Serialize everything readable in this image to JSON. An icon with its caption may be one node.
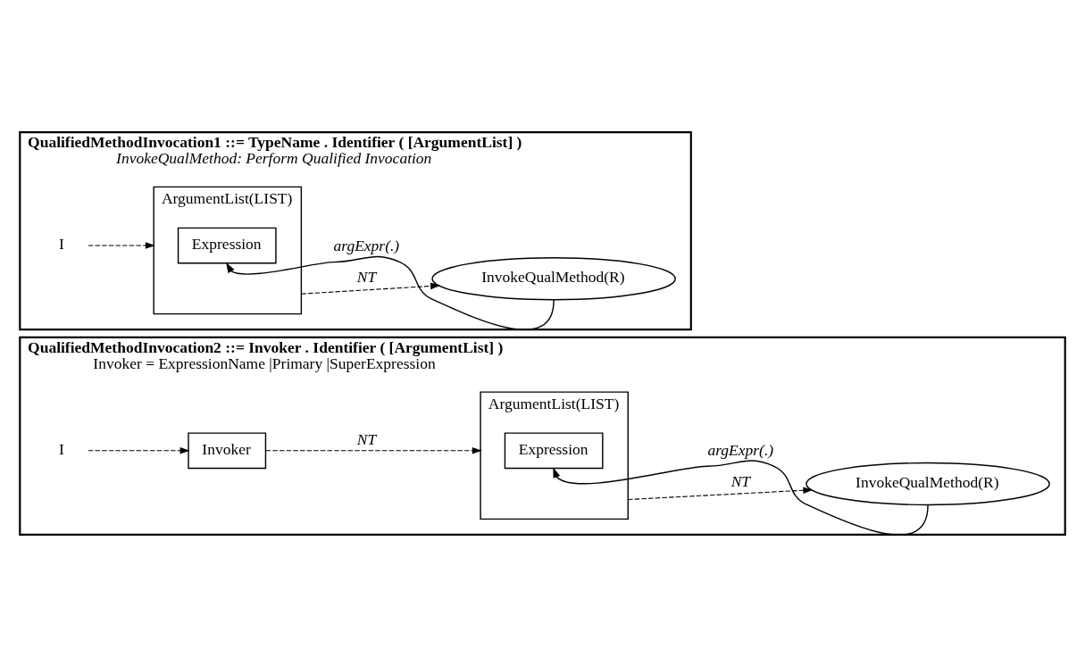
{
  "diagram": {
    "nodes": [
      {
        "text": [
          "QualifiedMethodInvocation1 ::= TypeName . Identifier ( [ArgumentList] )",
          "InvokeQualMethod: Perform Qualified Invocation"
        ]
      },
      {
        "text": [
          "I"
        ],
        "in": 0
      },
      {
        "text": [
          "ArgumentList(LIST)"
        ],
        "in": 0
      },
      {
        "text": [
          "Expression"
        ],
        "in": 2
      },
      {
        "text": [
          "InvokeQualMethod(R)"
        ],
        "in": 0
      },
      {
        "text": [
          "QualifiedMethodInvocation2 ::= Invoker . Identifier ( [ArgumentList] )",
          "Invoker = ExpressionName |Primary |SuperExpression"
        ]
      },
      {
        "text": [
          "I"
        ],
        "in": 5
      },
      {
        "text": [
          "Invoker"
        ],
        "in": 5
      },
      {
        "text": [
          "ArgumentList(LIST)"
        ],
        "in": 5
      },
      {
        "text": [
          "Expression"
        ],
        "in": 8
      },
      {
        "text": [
          "InvokeQualMethod(R)"
        ],
        "in": 5
      }
    ],
    "edges": [
      {
        "from": 1,
        "to": 2,
        "arrow": "to",
        "style": "dashed"
      },
      {
        "from": 2,
        "to": 4,
        "arrow": "to",
        "style": "dashed",
        "label": "NT"
      },
      {
        "from": 4,
        "to": 3,
        "arrow": "to",
        "label": "argExpr(.)"
      },
      {
        "from": 6,
        "to": 7,
        "arrow": "to",
        "style": "dashed"
      },
      {
        "from": 7,
        "to": 8,
        "arrow": "to",
        "style": "dashed",
        "label": "NT"
      },
      {
        "from": 8,
        "to": 10,
        "arrow": "to",
        "style": "dashed",
        "label": "NT"
      },
      {
        "from": 10,
        "to": 9,
        "arrow": "to",
        "label": "argExpr(.)"
      }
    ]
  }
}
